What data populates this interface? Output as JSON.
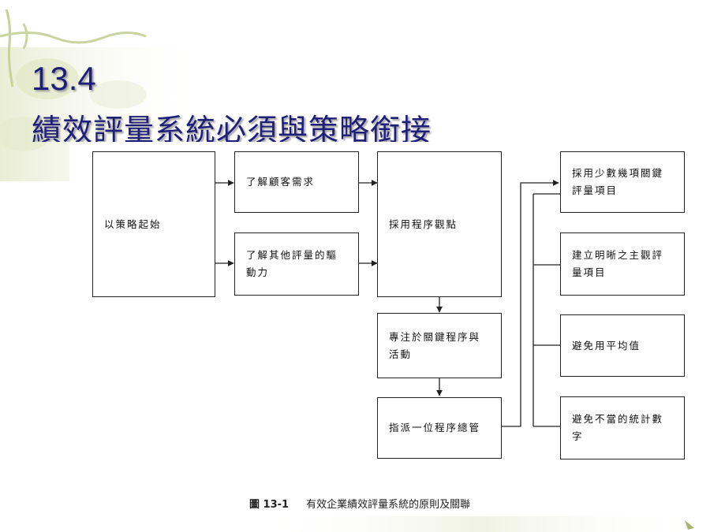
{
  "slide": {
    "title_number": "13.4",
    "title_text": "績效評量系統必須與策略銜接"
  },
  "diagram": {
    "nodes": {
      "start": "以策略起始",
      "customer": "了解顧客需求",
      "drivers": "了解其他評量的驅動力",
      "process": "採用程序觀點",
      "focus": "專注於關鍵程序與活動",
      "owner": "指派一位程序總管",
      "few_key": "採用少數幾項關鍵評量項目",
      "clear": "建立明晰之主觀評量項目",
      "avoid_avg": "避免用平均值",
      "avoid_stats": "避免不當的統計數字"
    },
    "caption": {
      "figure_number": "圖 13-1",
      "text": "有效企業績效評量系統的原則及關聯"
    }
  },
  "theme": {
    "title_color": "#1f1f7a",
    "vine_color": "#c9d4a0",
    "line_color": "#222222"
  }
}
